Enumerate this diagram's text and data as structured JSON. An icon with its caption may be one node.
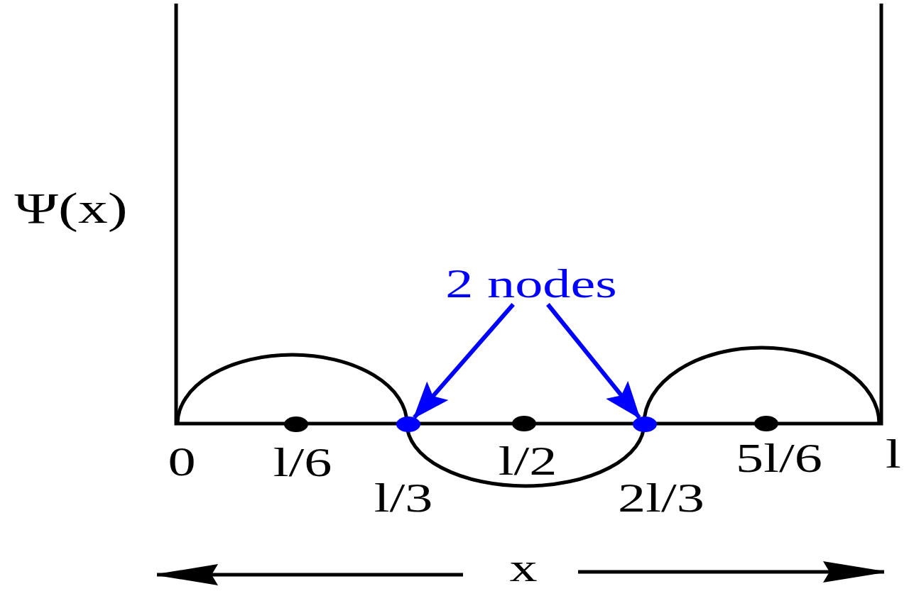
{
  "diagram": {
    "nodes": [
      {
        "text": [
          "2 nodes"
        ]
      },
      {
        "text": [],
        "shape": "circle"
      },
      {
        "text": [],
        "shape": "circle"
      }
    ],
    "edges": [
      {
        "from": 0,
        "to": 1,
        "arrow": "to"
      },
      {
        "from": 0,
        "to": 2,
        "arrow": "to"
      }
    ],
    "labels": [
      "Ψ(x)",
      "0",
      "l/6",
      "l/2",
      "5l/6",
      "l",
      "l/3",
      "2l/3",
      "x"
    ]
  }
}
